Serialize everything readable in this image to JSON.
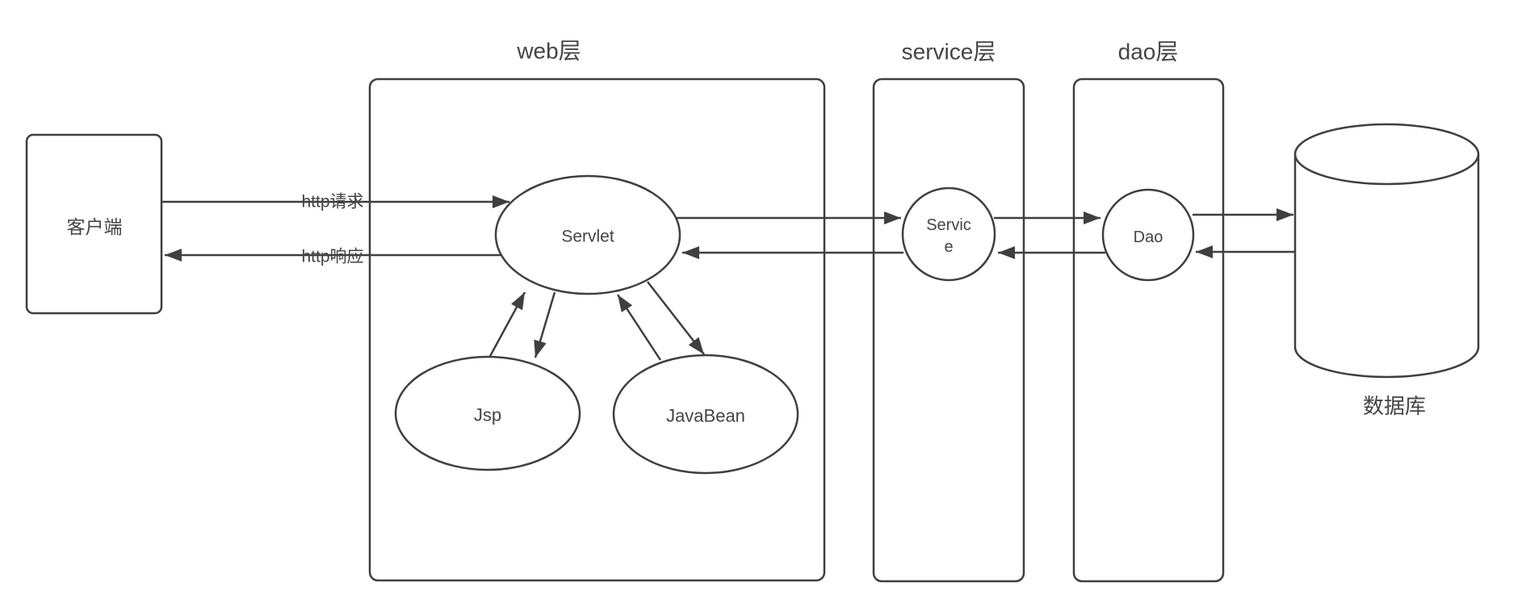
{
  "diagram": {
    "titles": {
      "web": "web层",
      "service": "service层",
      "dao": "dao层"
    },
    "nodes": {
      "client": "客户端",
      "servlet": "Servlet",
      "jsp": "Jsp",
      "javabean": "JavaBean",
      "service_line1": "Servic",
      "service_line2": "e",
      "dao": "Dao",
      "database": "数据库"
    },
    "edge_labels": {
      "request": "http请求",
      "response": "http响应"
    },
    "colors": {
      "stroke": "#3f3f3f",
      "text": "#444444",
      "background": "#ffffff"
    }
  }
}
